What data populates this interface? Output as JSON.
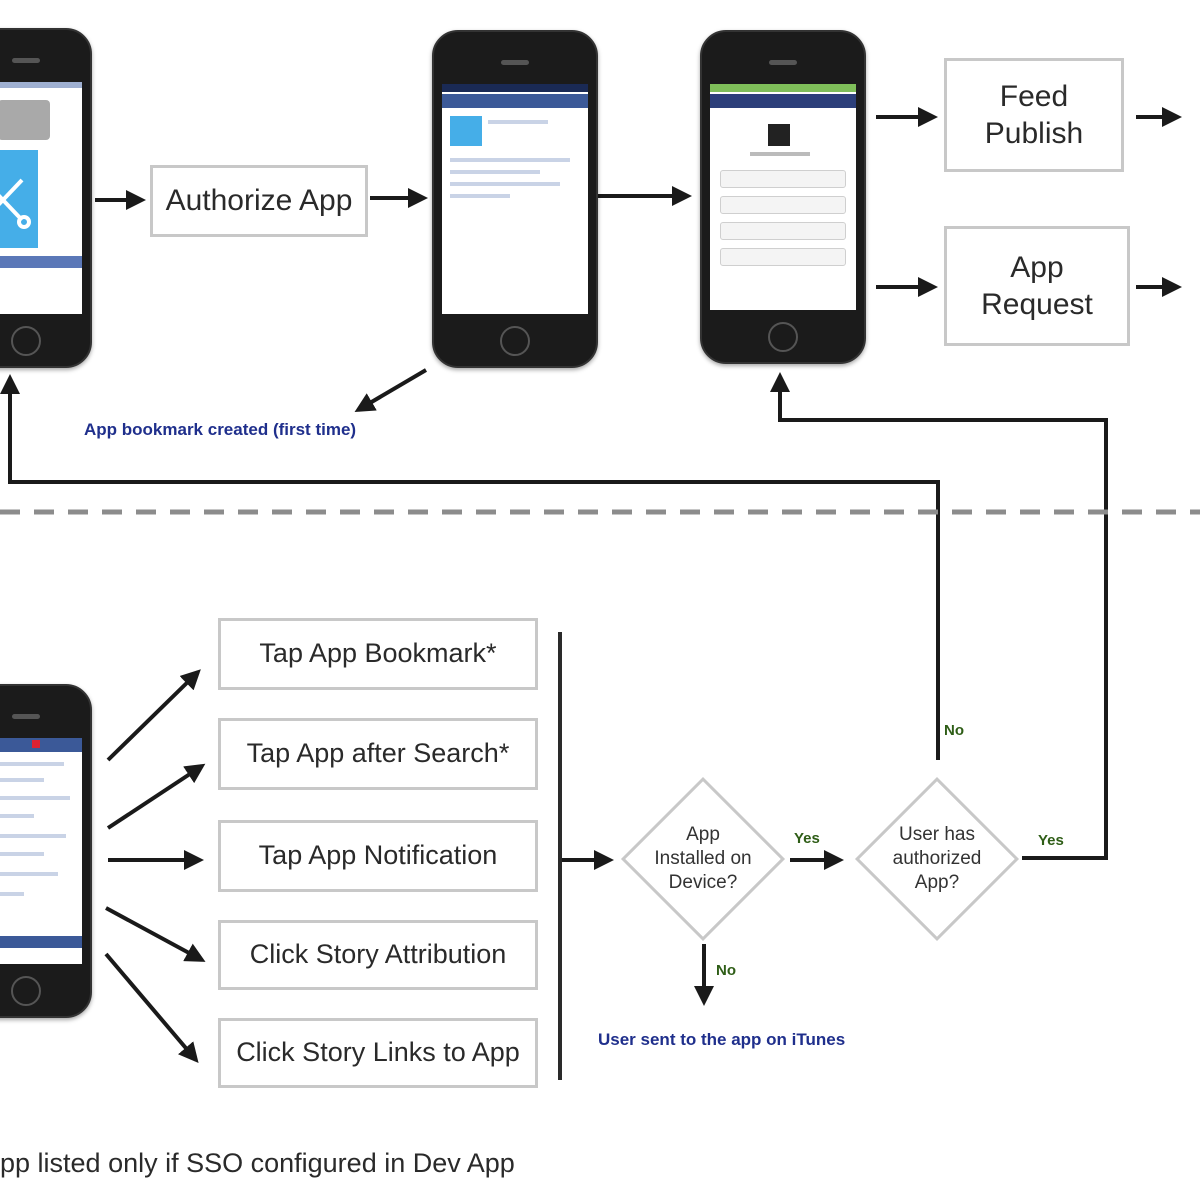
{
  "flow_boxes": {
    "authorize": "Authorize App",
    "feed_publish": "Feed\nPublish",
    "app_request": "App\nRequest"
  },
  "entry_boxes": [
    "Tap App Bookmark*",
    "Tap App after Search*",
    "Tap App Notification",
    "Click Story Attribution",
    "Click Story Links to App"
  ],
  "decisions": {
    "installed": "App\nInstalled on\nDevice?",
    "authorized": "User has\nauthorized\nApp?"
  },
  "branch_labels": {
    "installed_yes": "Yes",
    "installed_no": "No",
    "authorized_yes": "Yes",
    "authorized_no": "No"
  },
  "notes": {
    "bookmark": "App bookmark created (first time)",
    "itunes": "User sent to the app on iTunes",
    "footnote": "pp listed only if SSO configured in Dev App"
  },
  "colors": {
    "note_blue": "#1f2f8c",
    "label_green": "#2e5d16",
    "facebook_blue": "#3b5998",
    "app_icon_blue": "#45aee8"
  }
}
